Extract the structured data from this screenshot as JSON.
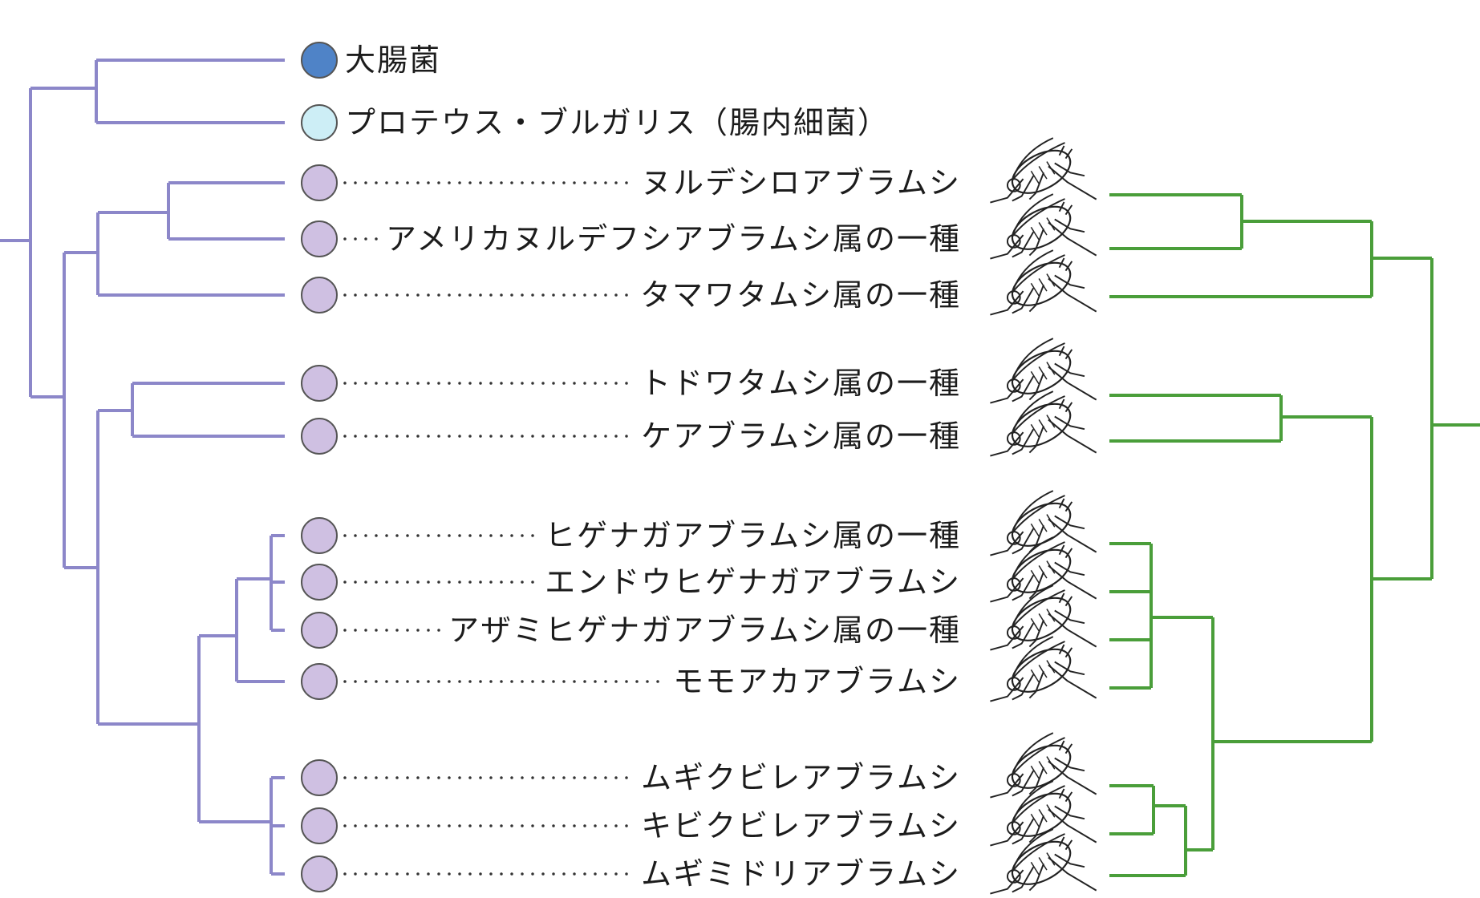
{
  "colors": {
    "host_tree": "#8c87c9",
    "symbiont_tree": "#4a9e3a",
    "bacteria_ecoli": "#4f83c7",
    "bacteria_proteus": "#cdeef6",
    "aphid": "#cfc0e2",
    "node_outline": "#555555",
    "aphid_icon": "#222222"
  },
  "icons": {
    "aphid": "aphid-icon"
  },
  "taxa": [
    {
      "id": "ecoli",
      "label": "大腸菌",
      "kind": "bacteria_ecoli",
      "dots": false
    },
    {
      "id": "proteus",
      "label": "プロテウス・ブルガリス（腸内細菌）",
      "kind": "bacteria_proteus",
      "dots": false
    },
    {
      "id": "t1",
      "label": "ヌルデシロアブラムシ",
      "kind": "aphid",
      "dots": true
    },
    {
      "id": "t2",
      "label": "アメリカヌルデフシアブラムシ属の一種",
      "kind": "aphid",
      "dots": true
    },
    {
      "id": "t3",
      "label": "タマワタムシ属の一種",
      "kind": "aphid",
      "dots": true
    },
    {
      "id": "t4",
      "label": "トドワタムシ属の一種",
      "kind": "aphid",
      "dots": true
    },
    {
      "id": "t5",
      "label": "ケアブラムシ属の一種",
      "kind": "aphid",
      "dots": true
    },
    {
      "id": "t6",
      "label": "ヒゲナガアブラムシ属の一種",
      "kind": "aphid",
      "dots": true
    },
    {
      "id": "t7",
      "label": "エンドウヒゲナガアブラムシ",
      "kind": "aphid",
      "dots": true
    },
    {
      "id": "t8",
      "label": "アザミヒゲナガアブラムシ属の一種",
      "kind": "aphid",
      "dots": true
    },
    {
      "id": "t9",
      "label": "モモアカアブラムシ",
      "kind": "aphid",
      "dots": true
    },
    {
      "id": "t10",
      "label": "ムギクビレアブラムシ",
      "kind": "aphid",
      "dots": true
    },
    {
      "id": "t11",
      "label": "キビクビレアブラムシ",
      "kind": "aphid",
      "dots": true
    },
    {
      "id": "t12",
      "label": "ムギミドリアブラムシ",
      "kind": "aphid",
      "dots": true
    }
  ]
}
